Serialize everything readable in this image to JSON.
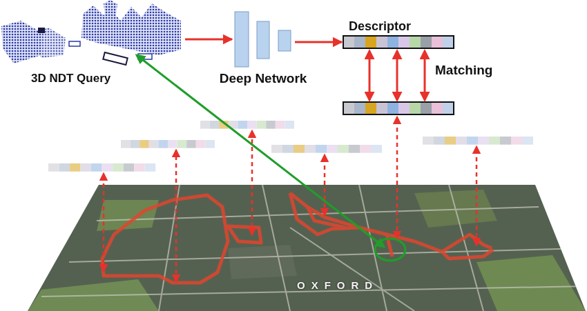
{
  "diagram": {
    "nodes": [
      {
        "text": [
          "3D NDT Query"
        ]
      },
      {
        "text": [
          "Deep Network"
        ]
      },
      {
        "text": [
          "Descriptor"
        ]
      }
    ],
    "edges": [
      {
        "from": 0,
        "to": 1,
        "arrow": "to"
      },
      {
        "from": 1,
        "to": 2,
        "arrow": "to"
      }
    ],
    "labels": [
      "Matching",
      "OXFORD"
    ]
  }
}
